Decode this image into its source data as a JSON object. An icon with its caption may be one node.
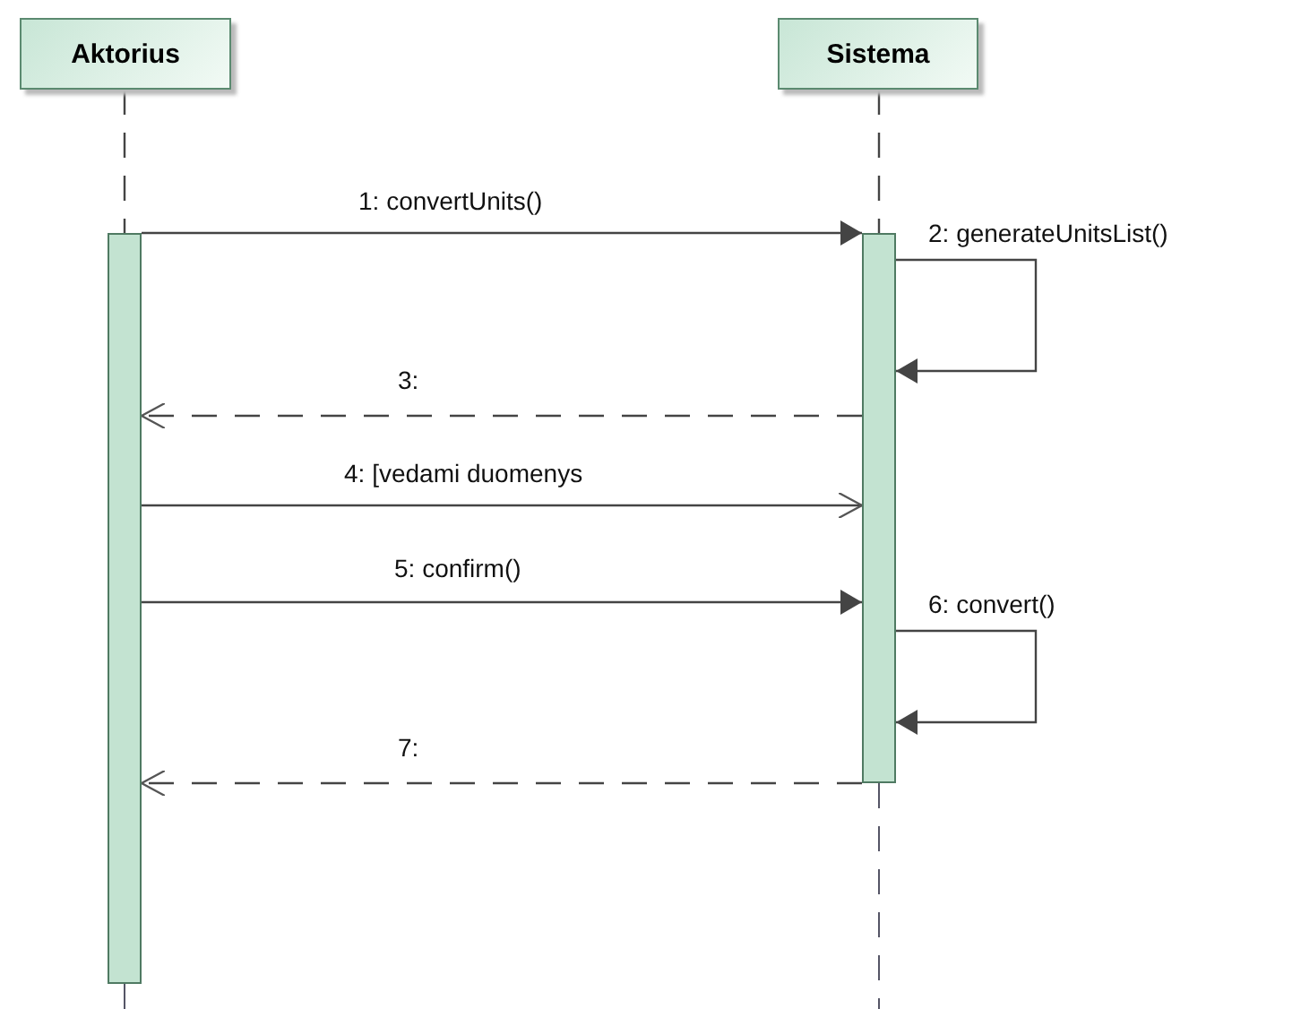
{
  "diagram": {
    "nodes": [
      {
        "text": [
          "Aktorius"
        ]
      },
      {
        "text": [
          "Sistema"
        ]
      },
      {
        "text": [],
        "shape": "bar"
      },
      {
        "text": [],
        "shape": "bar"
      }
    ],
    "edges": [
      {
        "from": 2,
        "to": 3,
        "arrow": "to",
        "label": "1: convertUnits()"
      },
      {
        "from": 3,
        "to": 3,
        "arrow": "to",
        "label": "2: generateUnitsList()"
      },
      {
        "from": 3,
        "to": 2,
        "arrow": "to",
        "label": "3:",
        "style": "dashed"
      },
      {
        "from": 2,
        "to": 3,
        "arrow": "to",
        "label": "4: [vedami duomenys"
      },
      {
        "from": 2,
        "to": 3,
        "arrow": "to",
        "label": "5: confirm()"
      },
      {
        "from": 3,
        "to": 3,
        "arrow": "to",
        "label": "6: convert()"
      },
      {
        "from": 3,
        "to": 2,
        "arrow": "to",
        "label": "7:",
        "style": "dashed"
      },
      {
        "from": 0,
        "to": 2,
        "arrow": "none",
        "style": "dashed"
      },
      {
        "from": 1,
        "to": 3,
        "arrow": "none",
        "style": "dashed"
      }
    ]
  }
}
